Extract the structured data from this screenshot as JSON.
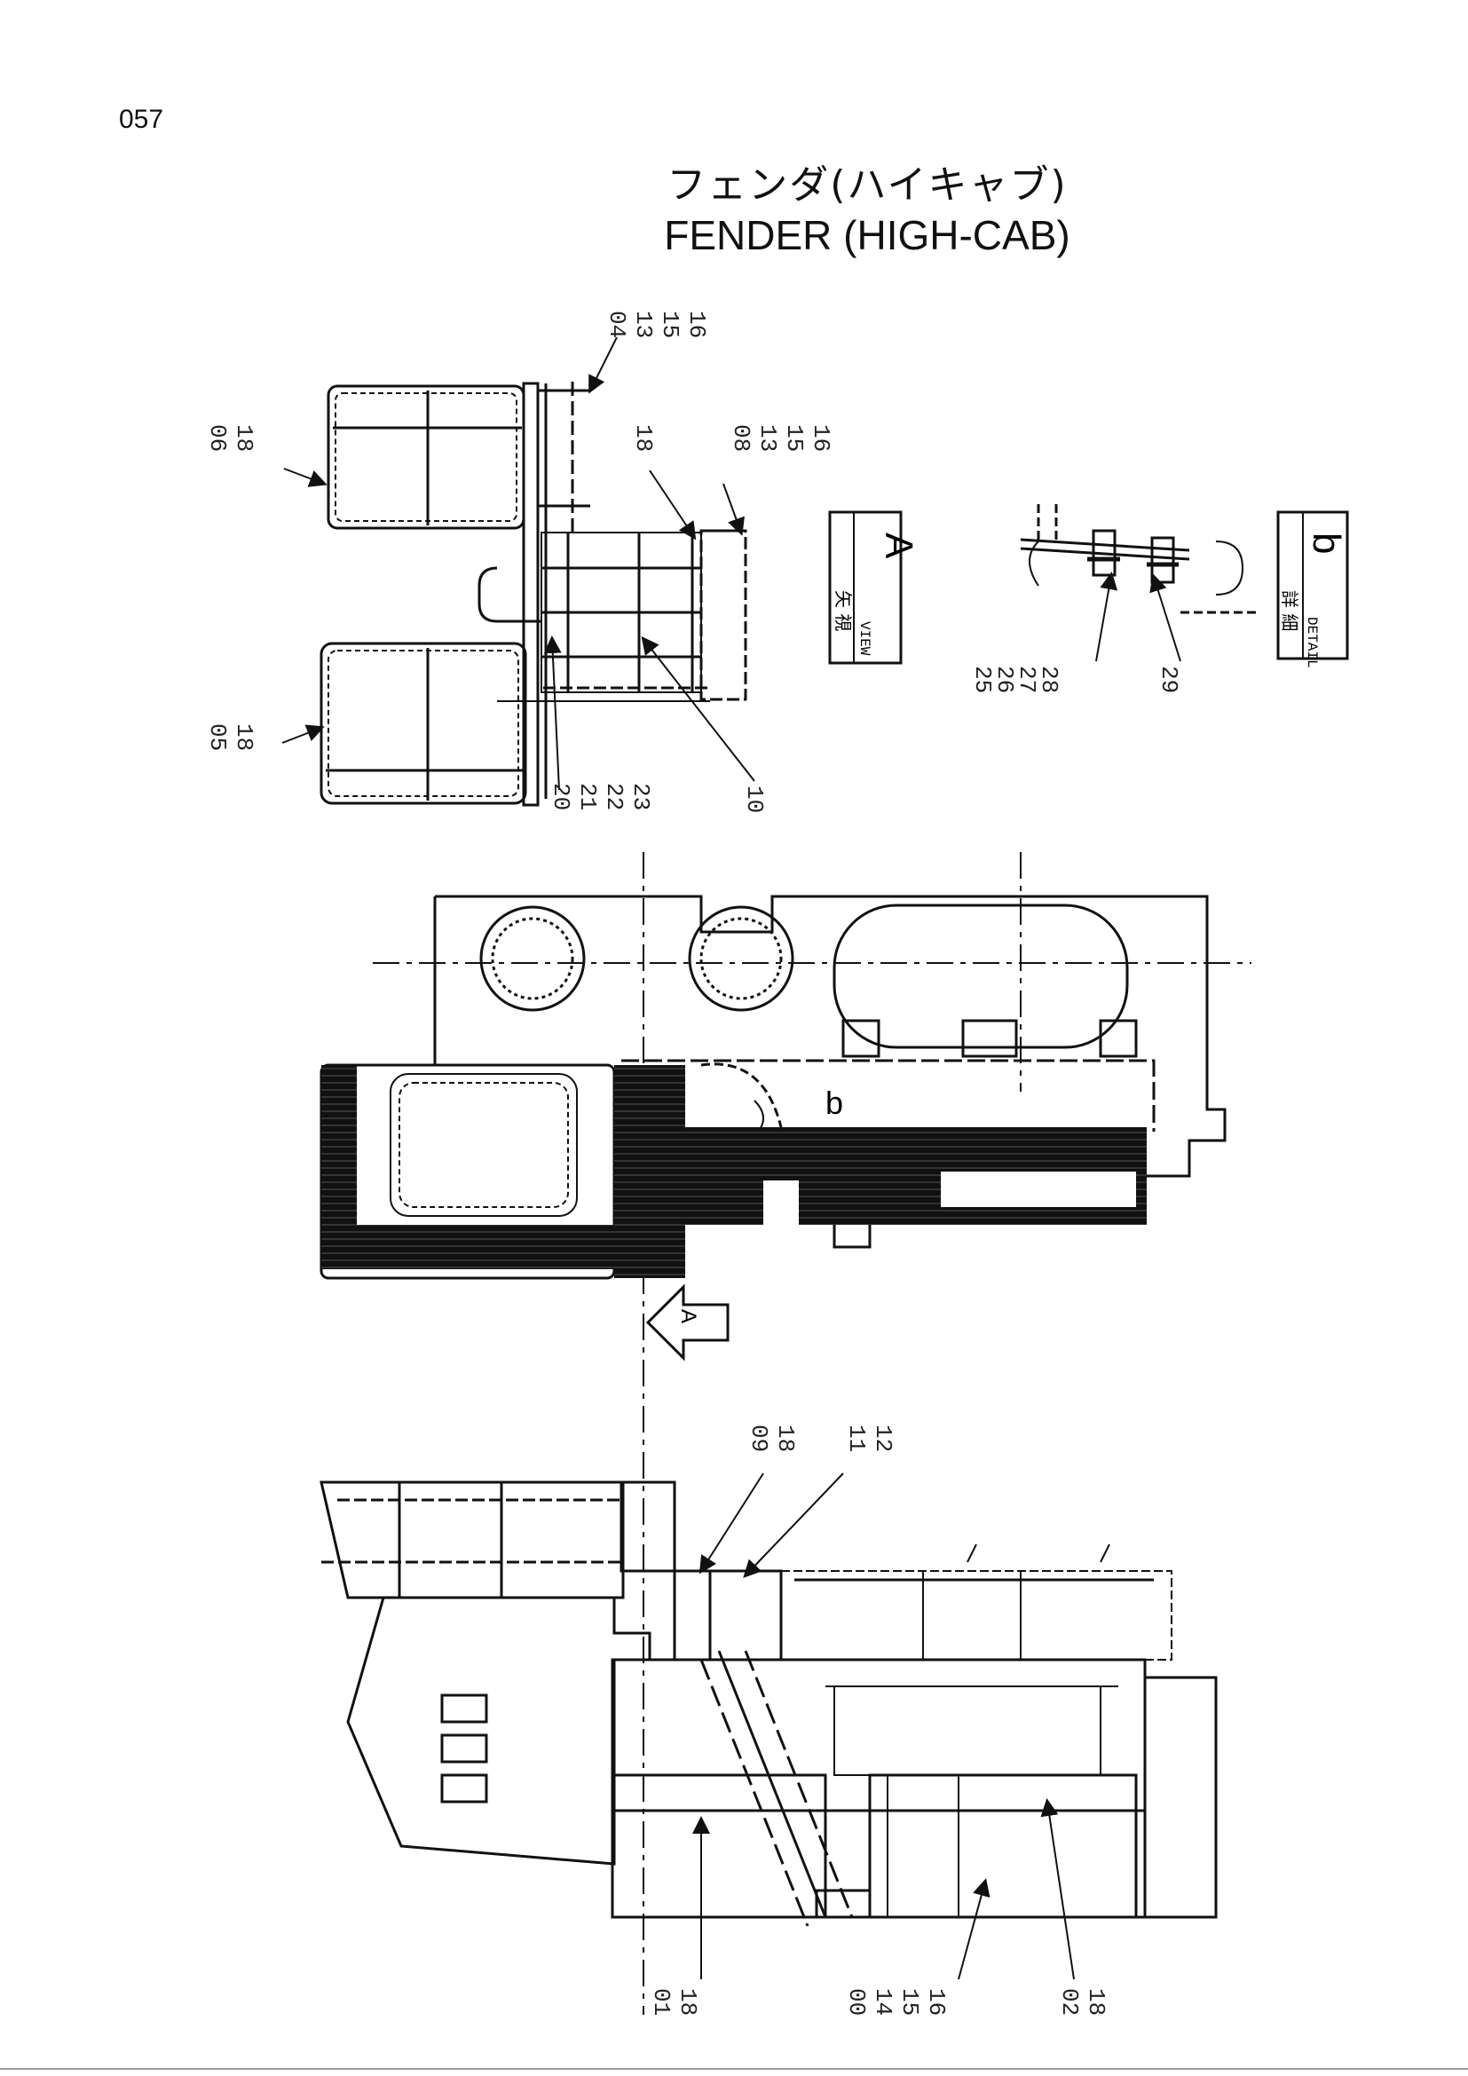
{
  "page_number": "057",
  "title_jp": "フェンダ(ハイキャブ)",
  "title_en": "FENDER (HIGH-CAB)",
  "view_a": {
    "label_jp": "矢 視",
    "label_en": "VIEW",
    "letter": "A"
  },
  "detail_b": {
    "label_jp": "詳 細",
    "label_en": "DETAIL",
    "letter": "b"
  },
  "view_marker": "A",
  "detail_marker": "b",
  "callouts": {
    "c_04_13_15_16": [
      "04",
      "13",
      "15",
      "16"
    ],
    "c_06_18": [
      "06",
      "18"
    ],
    "c_18": [
      "18"
    ],
    "c_08_13_15_16": [
      "08",
      "13",
      "15",
      "16"
    ],
    "c_05_18": [
      "05",
      "18"
    ],
    "c_20_23": [
      "20",
      "21",
      "22",
      "23"
    ],
    "c_10": [
      "10"
    ],
    "c_25_28": [
      "25",
      "26",
      "27",
      "28"
    ],
    "c_29": [
      "29"
    ],
    "c_09_18": [
      "09",
      "18"
    ],
    "c_11_12": [
      "11",
      "12"
    ],
    "c_01_18": [
      "01",
      "18"
    ],
    "c_00_16": [
      "00",
      "14",
      "15",
      "16"
    ],
    "c_02_18": [
      "02",
      "18"
    ]
  }
}
